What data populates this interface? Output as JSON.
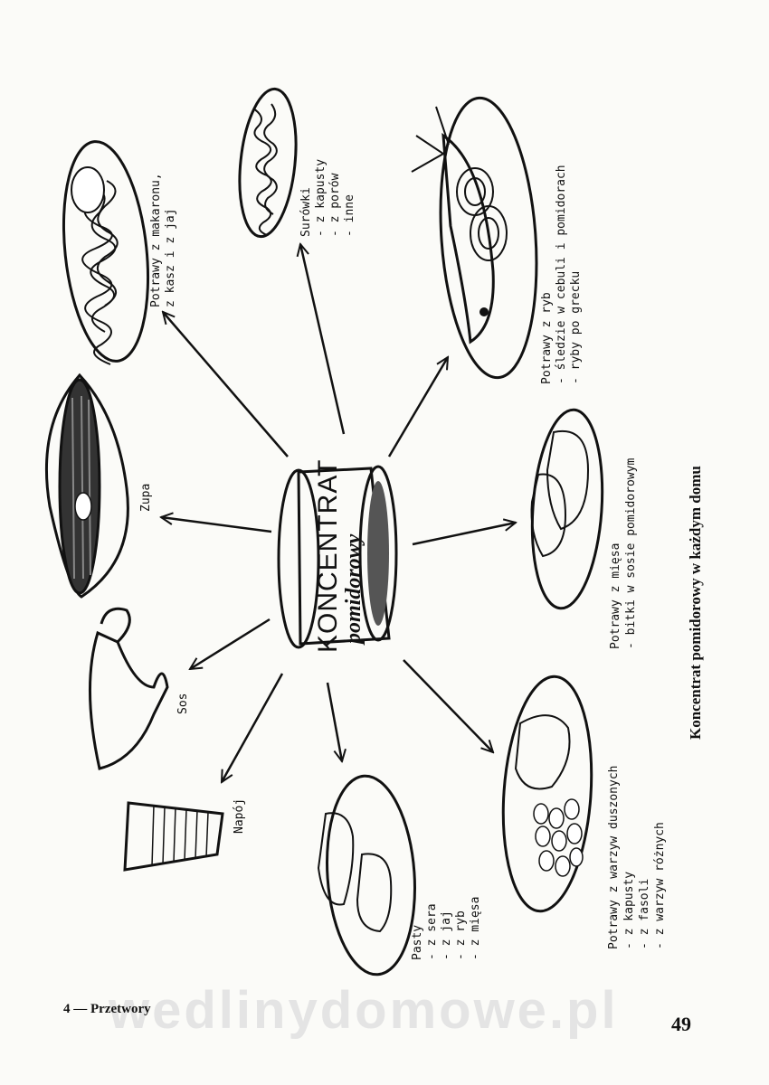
{
  "can": {
    "line1": "KONCENTRAT",
    "line2": "pomidorowy"
  },
  "labels": {
    "makaron": [
      "Potrawy z makaronu,",
      "z kasz i z jaj"
    ],
    "surowki": [
      "Surówki",
      "- z kapusty",
      "- z porów",
      "- inne"
    ],
    "ryby": [
      "Potrawy z ryb",
      "- śledzie w cebuli i pomidorach",
      "- ryby po grecku"
    ],
    "zupa": [
      "Zupa"
    ],
    "miesa": [
      "Potrawy z mięsa",
      "- bitki w sosie pomidorowym"
    ],
    "sos": [
      "Sos"
    ],
    "napoj": [
      "Napój"
    ],
    "pasty": [
      "Pasty",
      "- z sera",
      "- z jaj",
      "- z ryb",
      "- z mięsa"
    ],
    "warzywa": [
      "Potrawy z warzyw duszonych",
      "- z kapusty",
      "- z fasoli",
      "- z warzyw różnych"
    ]
  },
  "caption": "Koncentrat pomidorowy w każdym domu",
  "footer": {
    "section": "4 — Przetwory",
    "page_number": "49"
  },
  "watermark": "wedlinydomowe.pl"
}
